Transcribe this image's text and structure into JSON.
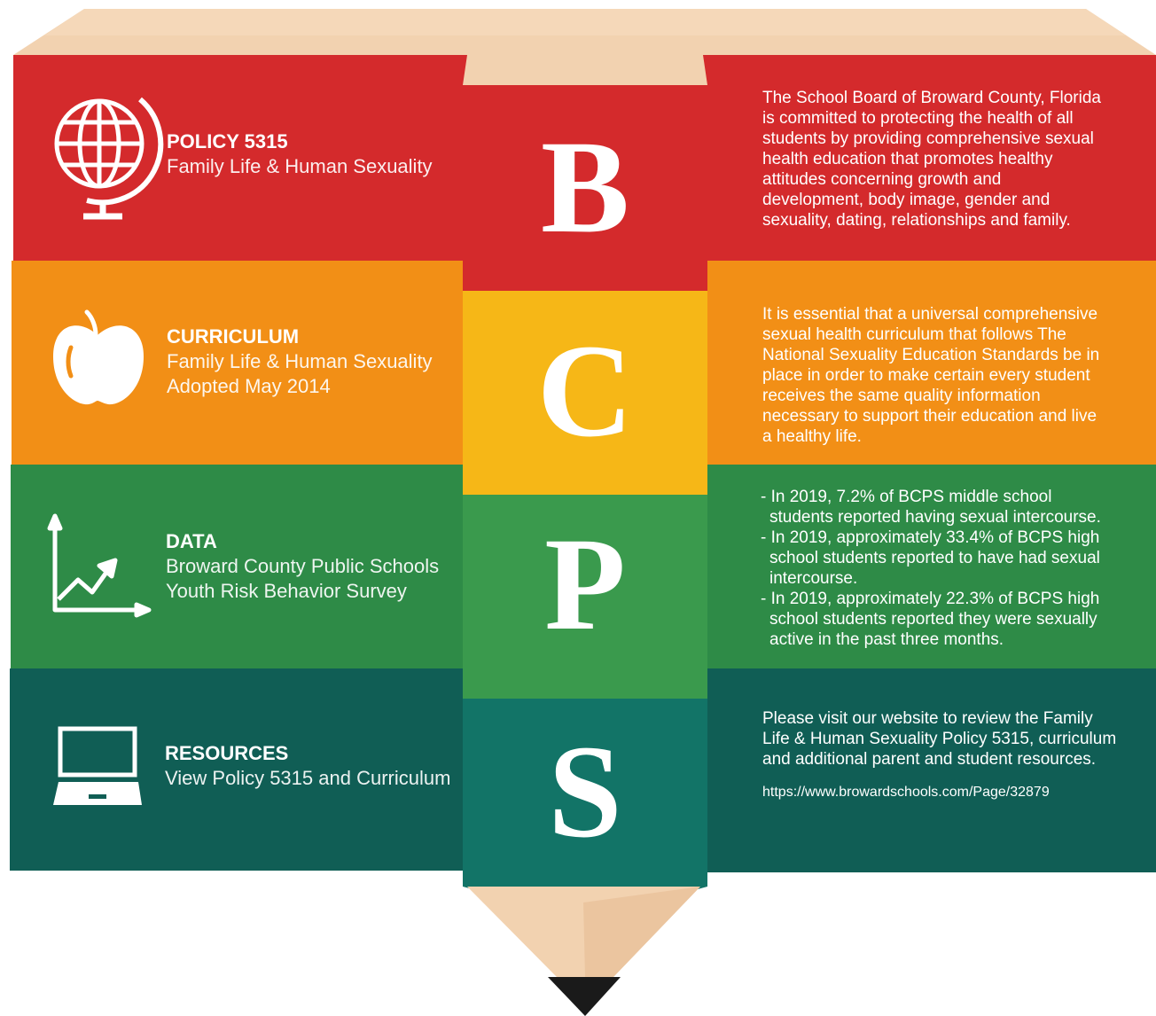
{
  "colors": {
    "red": "#d42a2c",
    "orange": "#f28f16",
    "yellow": "#f6b717",
    "green": "#2e8b47",
    "green_light": "#3a9a4d",
    "teal": "#105e55",
    "teal_light": "#127467",
    "wood": "#f2d2b0",
    "lead": "#1a1a1a"
  },
  "letters": [
    "B",
    "C",
    "P",
    "S"
  ],
  "rows": [
    {
      "icon": "globe-icon",
      "heading": "POLICY 5315",
      "lines": [
        "Family Life & Human Sexuality"
      ],
      "text": "The School Board of Broward County, Florida is committed to protecting the health of all students by providing comprehensive sexual health education that promotes healthy attitudes concerning growth and development, body image, gender and sexuality, dating, relationships and family."
    },
    {
      "icon": "apple-icon",
      "heading": "CURRICULUM",
      "lines": [
        "Family Life & Human Sexuality",
        "Adopted May 2014"
      ],
      "text": "It is essential that a universal comprehensive sexual health curriculum that follows The National Sexuality Education Standards be in place in order to make certain every student receives the same quality information necessary to support their education and live a healthy life."
    },
    {
      "icon": "line-chart-icon",
      "heading": "DATA",
      "lines": [
        "Broward County Public Schools",
        "Youth Risk Behavior Survey"
      ],
      "bullets": [
        "In 2019, 7.2% of BCPS middle school students reported having sexual intercourse.",
        "In 2019, approximately 33.4% of BCPS high school students reported to have had sexual intercourse.",
        "In 2019, approximately 22.3% of BCPS high school students reported they were sexually active in the past three months."
      ]
    },
    {
      "icon": "laptop-icon",
      "heading": "RESOURCES",
      "lines": [
        "View Policy 5315 and Curriculum"
      ],
      "text": "Please visit our website to review the Family Life & Human Sexuality Policy 5315, curriculum and additional parent and student resources.",
      "url": "https://www.browardschools.com/Page/32879"
    }
  ]
}
